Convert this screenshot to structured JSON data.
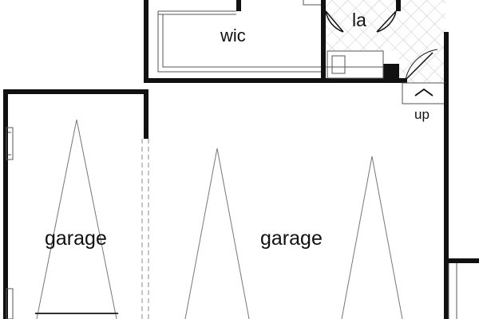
{
  "rooms": {
    "wic": "wic",
    "laundry": "la",
    "stair": "up",
    "garage_left": "garage",
    "garage_main": "garage"
  },
  "colors": {
    "wall": "#111111",
    "thin_line": "#555555",
    "tile": "#c8c8c8",
    "background": "#ffffff"
  },
  "icons": [
    "stair-arrow-icon",
    "door-swing-icon",
    "garage-door-cone-icon"
  ]
}
